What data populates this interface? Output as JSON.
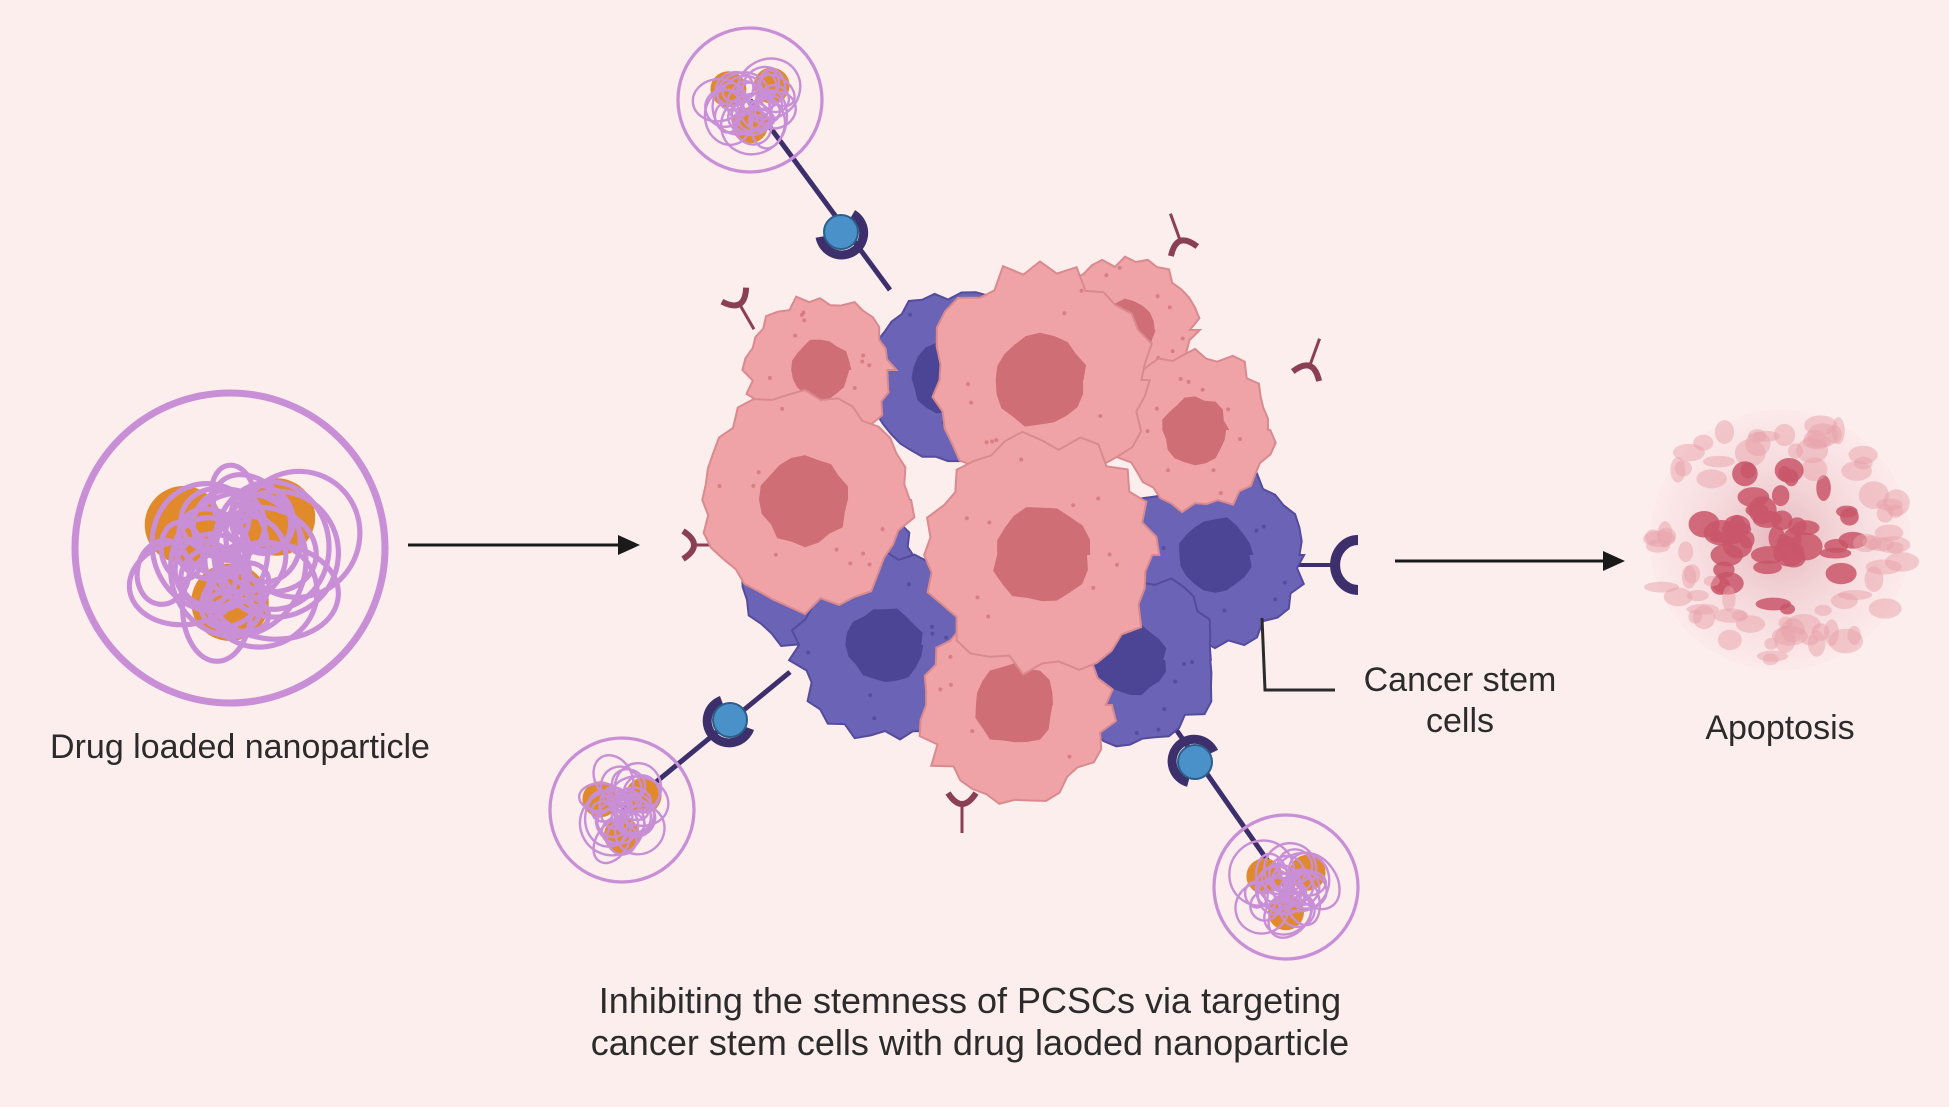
{
  "labels": {
    "nanoparticle": "Drug loaded nanoparticle",
    "cancer_stem_cells": "Cancer stem\ncells",
    "apoptosis": "Apoptosis"
  },
  "caption": "Inhibiting the stemness of PCSCs via targeting\ncancer stem cells with drug laoded nanoparticle",
  "colors": {
    "background": "#fdeeee",
    "nanoparticle_strand": "#c98fd6",
    "drug_core": "#e08a2c",
    "cancer_cell": "#f0a3a6",
    "cancer_cell_nucleus": "#cf6e74",
    "stem_cell": "#6b63b5",
    "stem_cell_nucleus": "#4c4596",
    "ligand": "#4a90c9",
    "antibody": "#3d2f6b",
    "receptor": "#8b3f55",
    "arrow": "#1a1a1a",
    "apoptotic_debris": "#c9566a"
  }
}
